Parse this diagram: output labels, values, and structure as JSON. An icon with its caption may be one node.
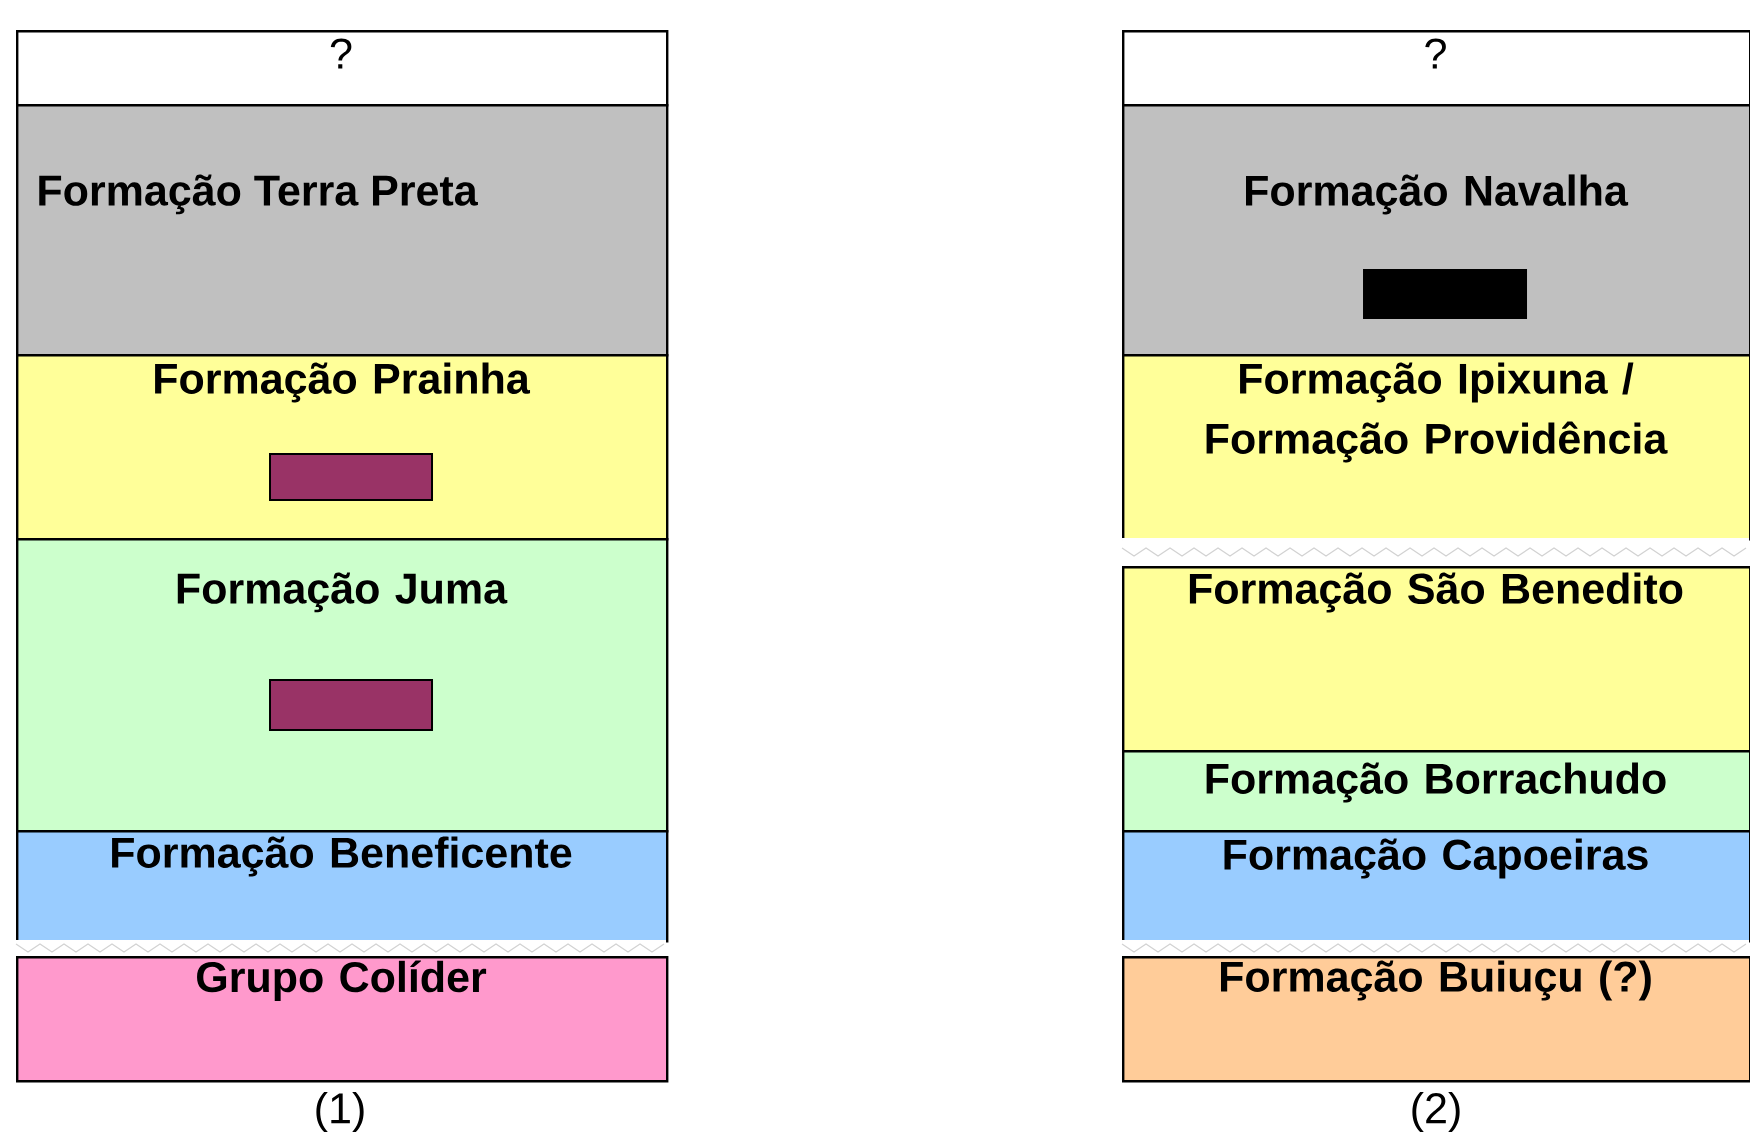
{
  "diagram": {
    "nodes": [
      {
        "text": [
          "?"
        ]
      },
      {
        "text": [
          "Formação Terra Preta"
        ]
      },
      {
        "text": [
          "Formação Prainha"
        ]
      },
      {
        "text": [],
        "shape": "bar",
        "in": 2
      },
      {
        "text": [
          "Formação Juma"
        ]
      },
      {
        "text": [],
        "shape": "bar",
        "in": 4
      },
      {
        "text": [
          "Formação Beneficente"
        ]
      },
      {
        "text": [
          "Grupo Colíder"
        ]
      },
      {
        "text": [
          "?"
        ]
      },
      {
        "text": [
          "Formação Navalha"
        ]
      },
      {
        "text": [],
        "shape": "bar",
        "in": 9
      },
      {
        "text": [
          "Formação Ipixuna / Formação Providência"
        ]
      },
      {
        "text": [
          "Formação São Benedito"
        ]
      },
      {
        "text": [
          "Formação Borrachudo"
        ]
      },
      {
        "text": [
          "Formação Capoeiras"
        ]
      },
      {
        "text": [
          "Formação Buiuçu (?)"
        ]
      }
    ],
    "labels": [
      "(1)",
      "(2)"
    ]
  }
}
